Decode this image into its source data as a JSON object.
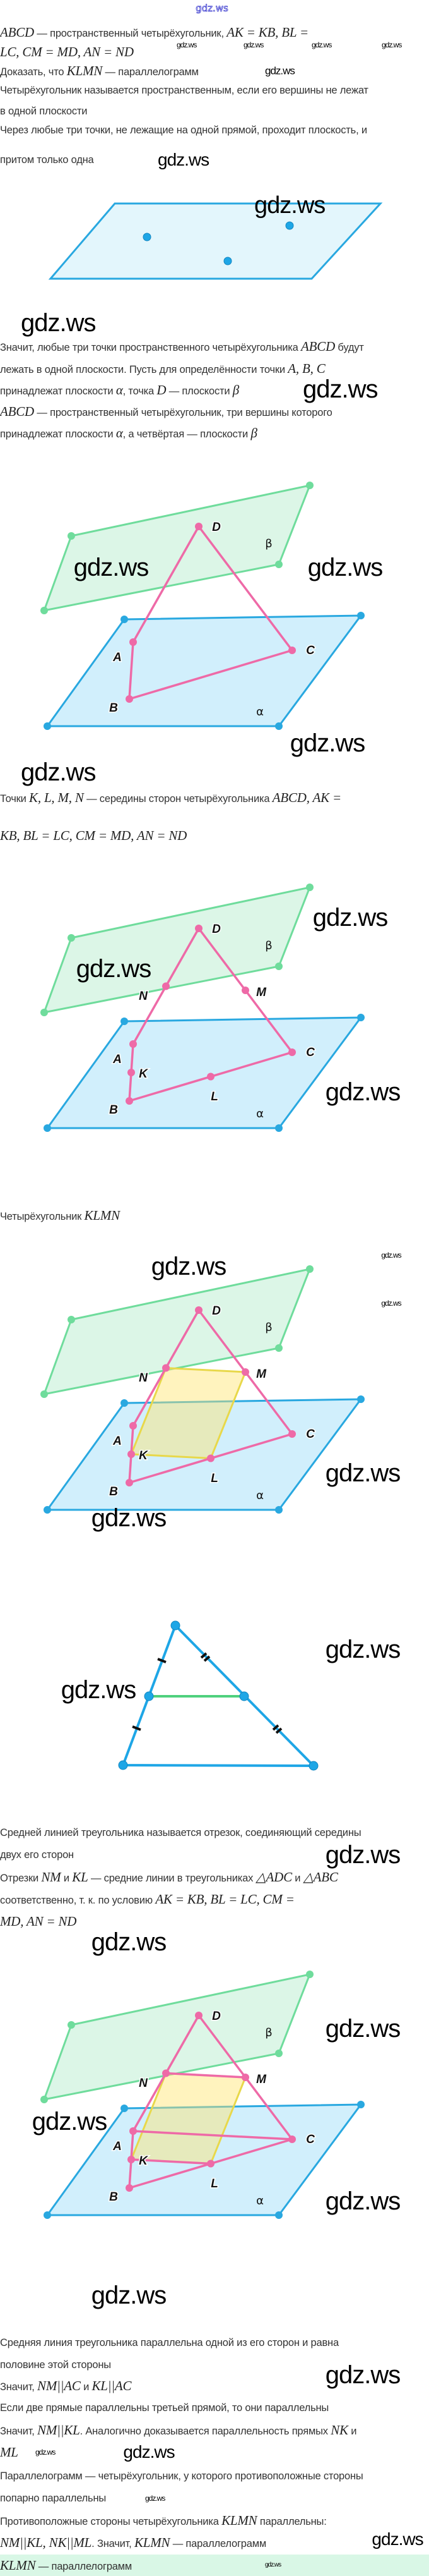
{
  "header": {
    "site": "gdz.ws"
  },
  "watermark": "gdz.ws",
  "lines": [
    [
      {
        "t": "ABCD",
        "m": true
      },
      {
        "t": " — пространственный четырёхугольник, "
      },
      {
        "t": "AK = KB,  BL =",
        "m": true
      }
    ],
    [
      {
        "t": "LC,  CM = MD,  AN = ND",
        "m": true
      }
    ],
    [
      {
        "t": "Доказать, что "
      },
      {
        "t": "KLMN",
        "m": true
      },
      {
        "t": " — параллелограмм"
      }
    ],
    [
      {
        "t": "Четырёхугольник называется пространственным, если его вершины не лежат"
      }
    ],
    [
      {
        "t": "в одной плоскости"
      }
    ],
    [
      {
        "t": "Через любые три точки, не лежащие на одной прямой, проходит плоскость, и"
      }
    ],
    [
      {
        "t": "притом только одна"
      }
    ],
    [
      {
        "t": "Значит, любые три точки пространственного четырёхугольника "
      },
      {
        "t": "ABCD",
        "m": true
      },
      {
        "t": " будут"
      }
    ],
    [
      {
        "t": "лежать в одной плоскости. Пусть для определённости точки "
      },
      {
        "t": "A,  B,  C",
        "m": true
      }
    ],
    [
      {
        "t": "принадлежат плоскости "
      },
      {
        "t": "α",
        "m": true
      },
      {
        "t": ", точка "
      },
      {
        "t": "D",
        "m": true
      },
      {
        "t": " — плоскости "
      },
      {
        "t": "β",
        "m": true
      }
    ],
    [
      {
        "t": "ABCD",
        "m": true
      },
      {
        "t": " — пространственный четырёхугольник, три вершины которого"
      }
    ],
    [
      {
        "t": "принадлежат плоскости "
      },
      {
        "t": "α",
        "m": true
      },
      {
        "t": ", а четвёртая — плоскости "
      },
      {
        "t": "β",
        "m": true
      }
    ],
    [
      {
        "t": "Точки "
      },
      {
        "t": "K,  L,  M,  N",
        "m": true
      },
      {
        "t": " — середины сторон четырёхугольника "
      },
      {
        "t": "ABCD, AK =",
        "m": true
      }
    ],
    [
      {
        "t": "KB,  BL = LC,  CM = MD,  AN = ND",
        "m": true
      }
    ],
    [
      {
        "t": "Четырёхугольник "
      },
      {
        "t": "KLMN",
        "m": true
      }
    ],
    [
      {
        "t": "Средней линией треугольника называется отрезок, соединяющий середины"
      }
    ],
    [
      {
        "t": "двух его сторон"
      }
    ],
    [
      {
        "t": "Отрезки "
      },
      {
        "t": "NM",
        "m": true
      },
      {
        "t": " и "
      },
      {
        "t": "KL",
        "m": true
      },
      {
        "t": " — средние линии в треугольниках "
      },
      {
        "t": "△ADC",
        "m": true
      },
      {
        "t": " и "
      },
      {
        "t": "△ABC",
        "m": true
      }
    ],
    [
      {
        "t": "соответственно, т. к. по условию "
      },
      {
        "t": "AK = KB,  BL = LC,  CM =",
        "m": true
      }
    ],
    [
      {
        "t": "MD,  AN = ND",
        "m": true
      }
    ],
    [
      {
        "t": "Средняя линия треугольника параллельна одной из его сторон и равна"
      }
    ],
    [
      {
        "t": "половине этой стороны"
      }
    ],
    [
      {
        "t": "Значит, "
      },
      {
        "t": "NM||AC",
        "m": true
      },
      {
        "t": " и "
      },
      {
        "t": "KL||AC",
        "m": true
      }
    ],
    [
      {
        "t": "Если две прямые параллельны третьей прямой, то они параллельны"
      }
    ],
    [
      {
        "t": "Значит, "
      },
      {
        "t": "NM||KL",
        "m": true
      },
      {
        "t": ". Аналогично доказывается параллельность прямых "
      },
      {
        "t": "NK",
        "m": true
      },
      {
        "t": " и"
      }
    ],
    [
      {
        "t": "ML",
        "m": true
      }
    ],
    [
      {
        "t": "Параллелограмм — четырёхугольник, у которого противоположные стороны"
      }
    ],
    [
      {
        "t": "попарно параллельны"
      }
    ],
    [
      {
        "t": "Противоположные стороны четырёхугольника "
      },
      {
        "t": "KLMN",
        "m": true
      },
      {
        "t": " параллельны:"
      }
    ],
    [
      {
        "t": "NM||KL,  NK||ML",
        "m": true
      },
      {
        "t": ". Значит, "
      },
      {
        "t": "KLMN",
        "m": true
      },
      {
        "t": " — параллелограмм"
      }
    ]
  ],
  "answer": [
    {
      "t": "KLMN",
      "m": true
    },
    {
      "t": " — параллелограмм"
    }
  ],
  "diagram_labels": {
    "A": "A",
    "B": "B",
    "C": "C",
    "D": "D",
    "K": "K",
    "L": "L",
    "M": "M",
    "N": "N",
    "alpha": "α",
    "beta": "β"
  },
  "colors": {
    "plane_alpha": "#29a8e0",
    "plane_beta": "#6fdc9c",
    "quadrilateral": "#ee6aa7",
    "klmn": "#e8d84a",
    "answer_bg": "#d9f7e6"
  }
}
